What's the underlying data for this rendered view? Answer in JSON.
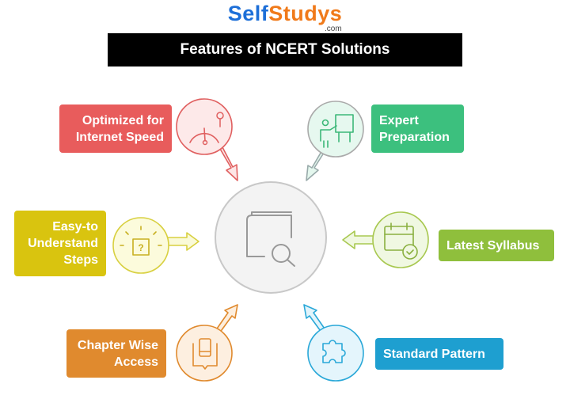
{
  "logo": {
    "part1": "Self",
    "part2": "Studys",
    "suffix": ".com"
  },
  "title": "Features of NCERT Solutions",
  "features": [
    {
      "label": "Optimized for Internet Speed",
      "icon": "speedometer-icon",
      "color": "#e85c5c"
    },
    {
      "label": "Expert Preparation",
      "icon": "teacher-board-icon",
      "color": "#3cc07e"
    },
    {
      "label": "Easy-to Understand Steps",
      "icon": "question-bulb-icon",
      "color": "#d9c40f"
    },
    {
      "label": "Latest Syllabus",
      "icon": "calendar-check-icon",
      "color": "#8fbf3c"
    },
    {
      "label": "Chapter Wise Access",
      "icon": "book-phone-icon",
      "color": "#e08a2e"
    },
    {
      "label": "Standard Pattern",
      "icon": "puzzle-icon",
      "color": "#1e9fd0"
    }
  ],
  "center": {
    "icon": "book-search-icon"
  }
}
